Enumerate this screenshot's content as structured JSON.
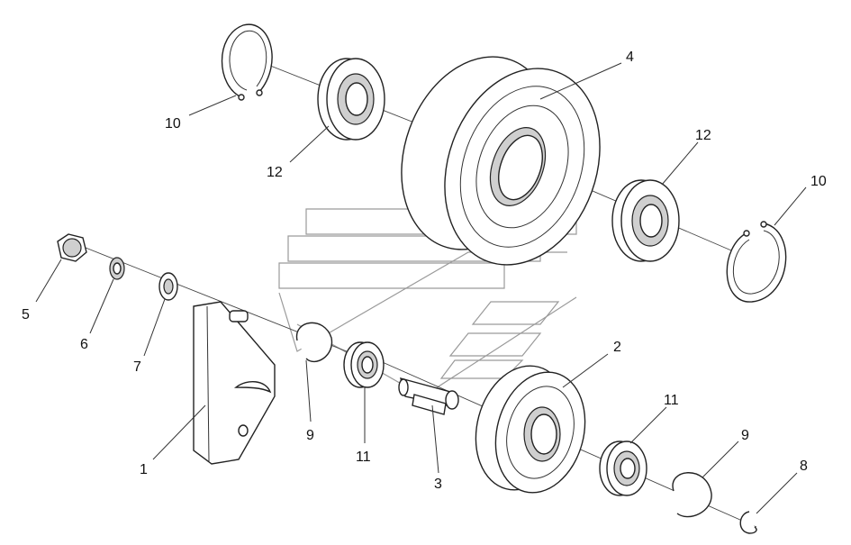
{
  "callouts": [
    {
      "id": "c1",
      "text": "1"
    },
    {
      "id": "c2",
      "text": "2"
    },
    {
      "id": "c3",
      "text": "3"
    },
    {
      "id": "c4",
      "text": "4"
    },
    {
      "id": "c5",
      "text": "5"
    },
    {
      "id": "c6",
      "text": "6"
    },
    {
      "id": "c7",
      "text": "7"
    },
    {
      "id": "c8",
      "text": "8"
    },
    {
      "id": "c9a",
      "text": "9"
    },
    {
      "id": "c9b",
      "text": "9"
    },
    {
      "id": "c10a",
      "text": "10"
    },
    {
      "id": "c10b",
      "text": "10"
    },
    {
      "id": "c11a",
      "text": "11"
    },
    {
      "id": "c11b",
      "text": "11"
    },
    {
      "id": "c12a",
      "text": "12"
    },
    {
      "id": "c12b",
      "text": "12"
    }
  ]
}
